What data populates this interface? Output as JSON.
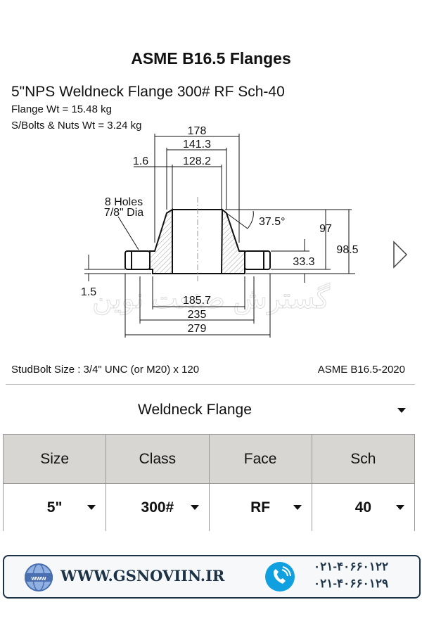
{
  "title": "ASME B16.5 Flanges",
  "subtitle": "5\"NPS Weldneck Flange 300# RF Sch-40",
  "flange_wt": "Flange Wt = 15.48 kg",
  "bolts_wt": "S/Bolts & Nuts Wt = 3.24 kg",
  "drawing": {
    "d178": "178",
    "d141": "141.3",
    "d128": "128.2",
    "d1_6": "1.6",
    "holes1": "8 Holes",
    "holes2": "7/8\" Dia",
    "angle": "37.5°",
    "d97": "97",
    "d98": "98.5",
    "d33": "33.3",
    "d1_5": "1.5",
    "d185": "185.7",
    "d235": "235",
    "d279": "279",
    "watermark": "گسترش صنعت نوین"
  },
  "studbolt": "StudBolt Size : 3/4\" UNC (or M20) x 120",
  "standard": "ASME B16.5-2020",
  "flange_type": "Weldneck Flange",
  "headers": [
    "Size",
    "Class",
    "Face",
    "Sch"
  ],
  "values": [
    "5\"",
    "300#",
    "RF",
    "40"
  ],
  "banner": {
    "site": "WWW.GSNOVIIN.IR",
    "phone1": "۰۲۱-۴۰۶۶۰۱۲۲",
    "phone2": "۰۲۱-۴۰۶۶۰۱۲۹"
  }
}
